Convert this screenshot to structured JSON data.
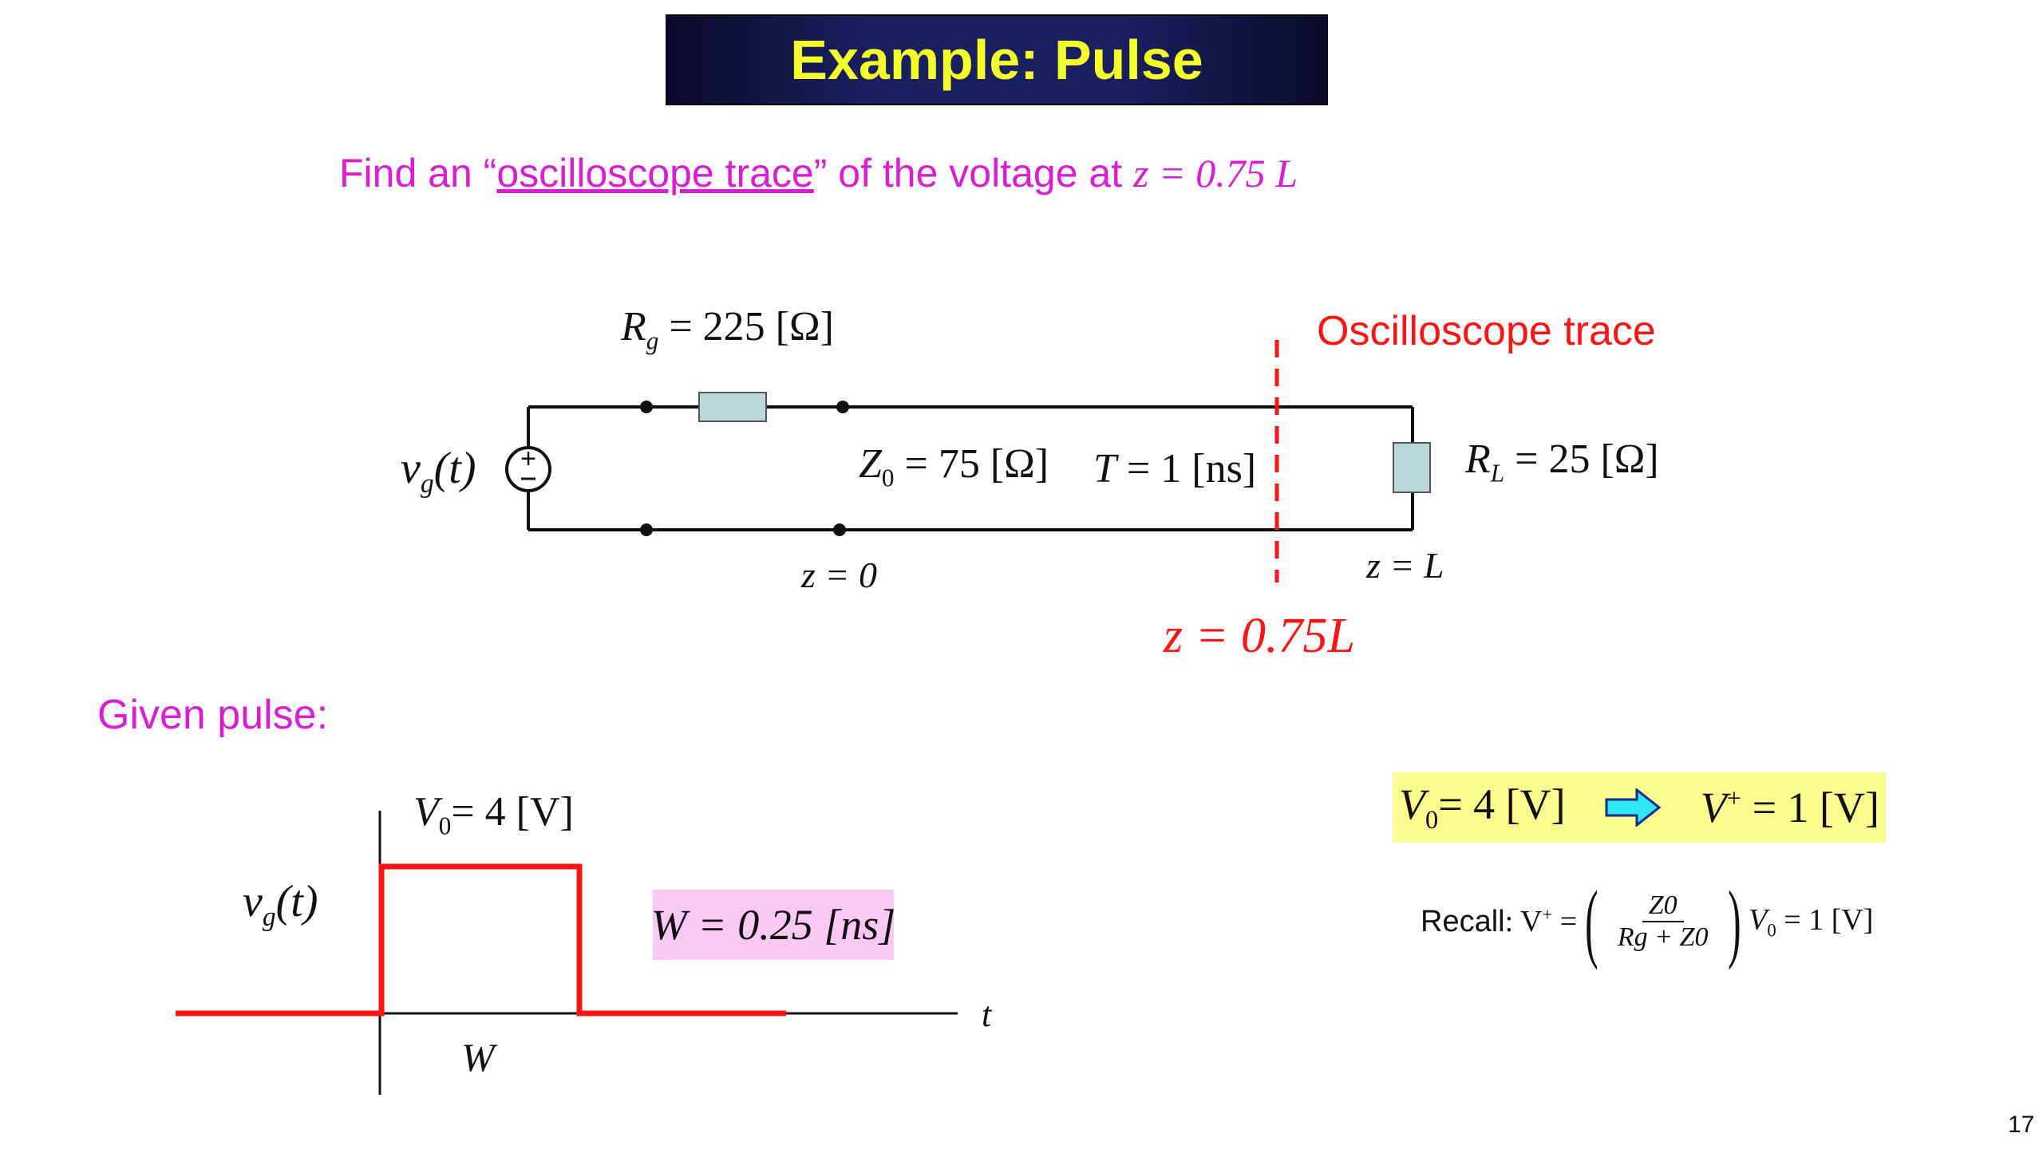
{
  "slide": {
    "title": "Example: Pulse",
    "page_number": "17"
  },
  "task": {
    "prefix": "Find an  “",
    "link_text": "oscilloscope trace",
    "suffix": "” of the voltage at ",
    "math": "z = 0.75 L"
  },
  "circuit": {
    "Rg_label": "Rg = 225 [Ω]",
    "Rg_sym": "R",
    "Rg_sub": "g",
    "Rg_val": " = 225 [Ω]",
    "source_sym": "v",
    "source_sub": "g",
    "source_arg": "(t)",
    "Z0_sym": "Z",
    "Z0_sub": "0",
    "Z0_val": " = 75 [Ω]",
    "T_sym": "T",
    "T_val": " = 1 [ns]",
    "RL_sym": "R",
    "RL_sub": "L",
    "RL_val": " = 25 [Ω]",
    "z0_label": "z = 0",
    "zL_label": "z = L",
    "trace_label": "Oscilloscope trace",
    "trace_position": "z = 0.75L",
    "colors": {
      "line": "#111111",
      "resistor_fill": "#b7d7d9",
      "trace": "#ff1414"
    }
  },
  "pulse": {
    "given_label": "Given pulse:",
    "V0_sym": "V",
    "V0_sub": "0",
    "V0_val": "= 4 [V]",
    "ylabel_sym": "v",
    "ylabel_sub": "g",
    "ylabel_arg": "(t)",
    "xlabel": "t",
    "width_label": "W",
    "W_box": "W = 0.25 [ns]",
    "colors": {
      "pulse": "#ff1414",
      "axis": "#111111",
      "w_box": "#fbc8f6"
    }
  },
  "result": {
    "lhs_sym": "V",
    "lhs_sub": "0",
    "lhs_val": "= 4 [V]",
    "rhs_sym": "V",
    "rhs_sup": "+",
    "rhs_val": " = 1 [V]",
    "arrow_icon": "right-arrow-icon",
    "box_color": "#fbfb8e",
    "arrow_color": "#2ee8f5"
  },
  "recall": {
    "label": "Recall",
    "lhs": ": V",
    "lhs_sup": "+",
    "eq": " =",
    "num": "Z0",
    "den": "Rg + Z0",
    "tail_sym": "V",
    "tail_sub": "0",
    "tail_val": " = 1  [V]"
  }
}
